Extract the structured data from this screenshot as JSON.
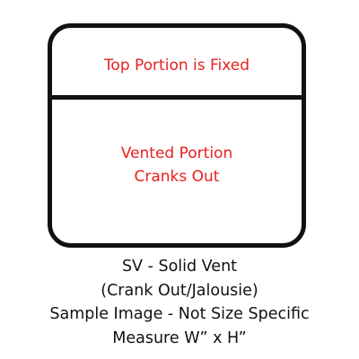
{
  "diagram": {
    "top_portion_label": "Top Portion is Fixed",
    "vented_portion_lines": [
      "Vented Portion",
      "Cranks Out"
    ],
    "frame_color": "#111111",
    "label_color": "#e8201f"
  },
  "caption": {
    "lines": [
      "SV - Solid Vent",
      "(Crank Out/Jalousie)",
      "Sample Image - Not Size Specific",
      "Measure W” x H”"
    ]
  }
}
